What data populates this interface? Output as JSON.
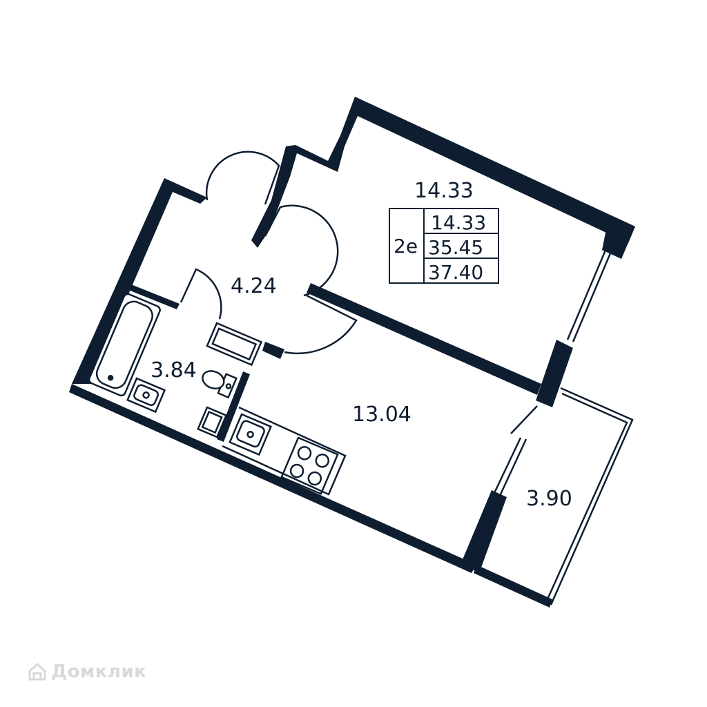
{
  "colors": {
    "wall": "#0e1e30",
    "fixture_stroke": "#0e1e30",
    "watermark": "#d7d9dd"
  },
  "rooms": {
    "bedroom_area": "14.33",
    "hall_area": "4.24",
    "bathroom_area": "3.84",
    "kitchen_area": "13.04",
    "balcony_area": "3.90"
  },
  "summary": {
    "type_label": "2е",
    "living_area": "14.33",
    "total_area": "35.45",
    "total_with_balcony": "37.40"
  },
  "watermark": {
    "icon": "house-logo-icon",
    "text": "Домклик"
  }
}
